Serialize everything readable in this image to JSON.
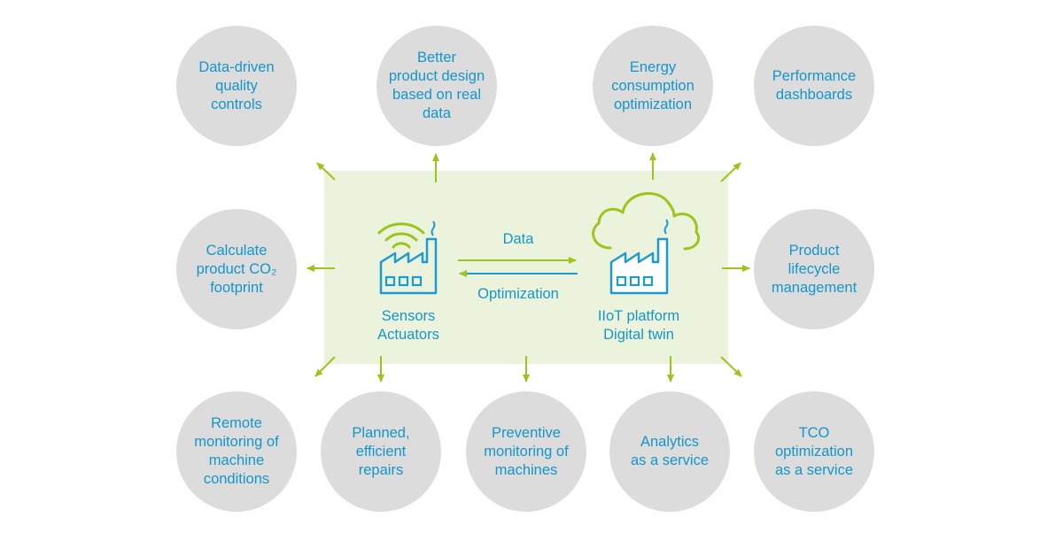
{
  "colors": {
    "circle": "#dcdcdc",
    "panel": "#ecf3dc",
    "arrow": "#9dc41a",
    "text": "#1596c8",
    "factory": "#1b9bd0",
    "cloud": "#9dc41a"
  },
  "center": {
    "data_label": "Data",
    "optimization_label": "Optimization",
    "left_node": {
      "icon": "factory-wifi-icon",
      "label": "Sensors\nActuators"
    },
    "right_node": {
      "icon": "factory-cloud-icon",
      "label": "IIoT platform\nDigital twin"
    }
  },
  "benefits": {
    "top": [
      "Data-driven\nquality\ncontrols",
      "Better\nproduct design\nbased on real\ndata",
      "Energy\nconsumption\noptimization",
      "Performance\ndashboards"
    ],
    "middle_left": "Calculate\nproduct CO₂\nfootprint",
    "middle_right": "Product\nlifecycle\nmanagement",
    "bottom": [
      "Remote\nmonitoring of\nmachine\nconditions",
      "Planned,\nefficient\nrepairs",
      "Preventive\nmonitoring of\nmachines",
      "Analytics\nas a service",
      "TCO\noptimization\nas a service"
    ]
  }
}
